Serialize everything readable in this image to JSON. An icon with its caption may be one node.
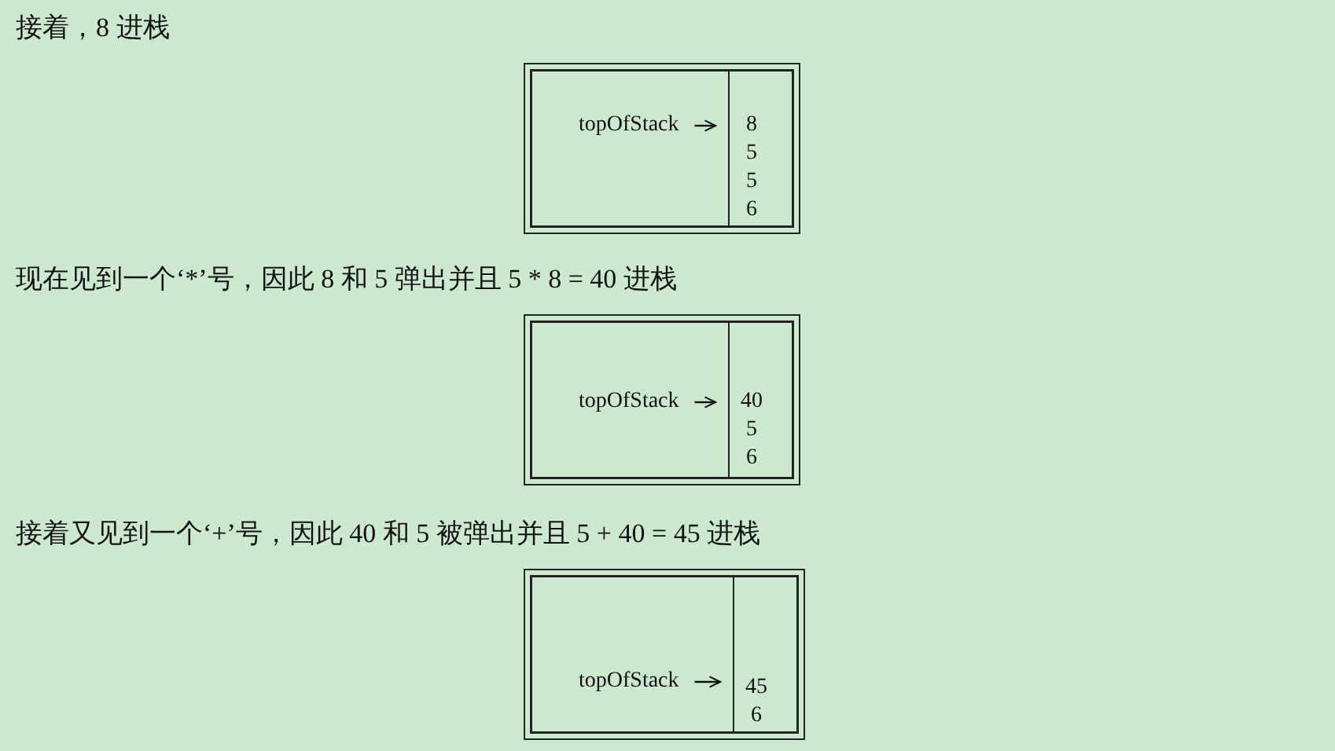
{
  "diagram": {
    "nodes": [
      {
        "text": [],
        "shape": "box"
      },
      {
        "text": [
          "topOfStack"
        ],
        "in": 0
      },
      {
        "text": [
          "8",
          "5",
          "5",
          "6"
        ],
        "in": 0
      },
      {
        "text": [],
        "shape": "box"
      },
      {
        "text": [
          "topOfStack"
        ],
        "in": 3
      },
      {
        "text": [
          "40",
          "5",
          "6"
        ],
        "in": 3
      },
      {
        "text": [],
        "shape": "box"
      },
      {
        "text": [
          "topOfStack"
        ],
        "in": 6
      },
      {
        "text": [
          "45",
          "6"
        ],
        "in": 6
      }
    ],
    "edges": [
      {
        "from": 1,
        "to": 2,
        "arrow": "to"
      },
      {
        "from": 4,
        "to": 5,
        "arrow": "to"
      },
      {
        "from": 7,
        "to": 8,
        "arrow": "to"
      }
    ],
    "labels": [
      "接着，8 进栈",
      "现在见到一个‘*’号，因此 8 和 5 弹出并且 5 * 8 = 40 进栈",
      "接着又见到一个‘+’号，因此 40 和 5 被弹出并且 5 + 40 = 45 进栈"
    ]
  }
}
